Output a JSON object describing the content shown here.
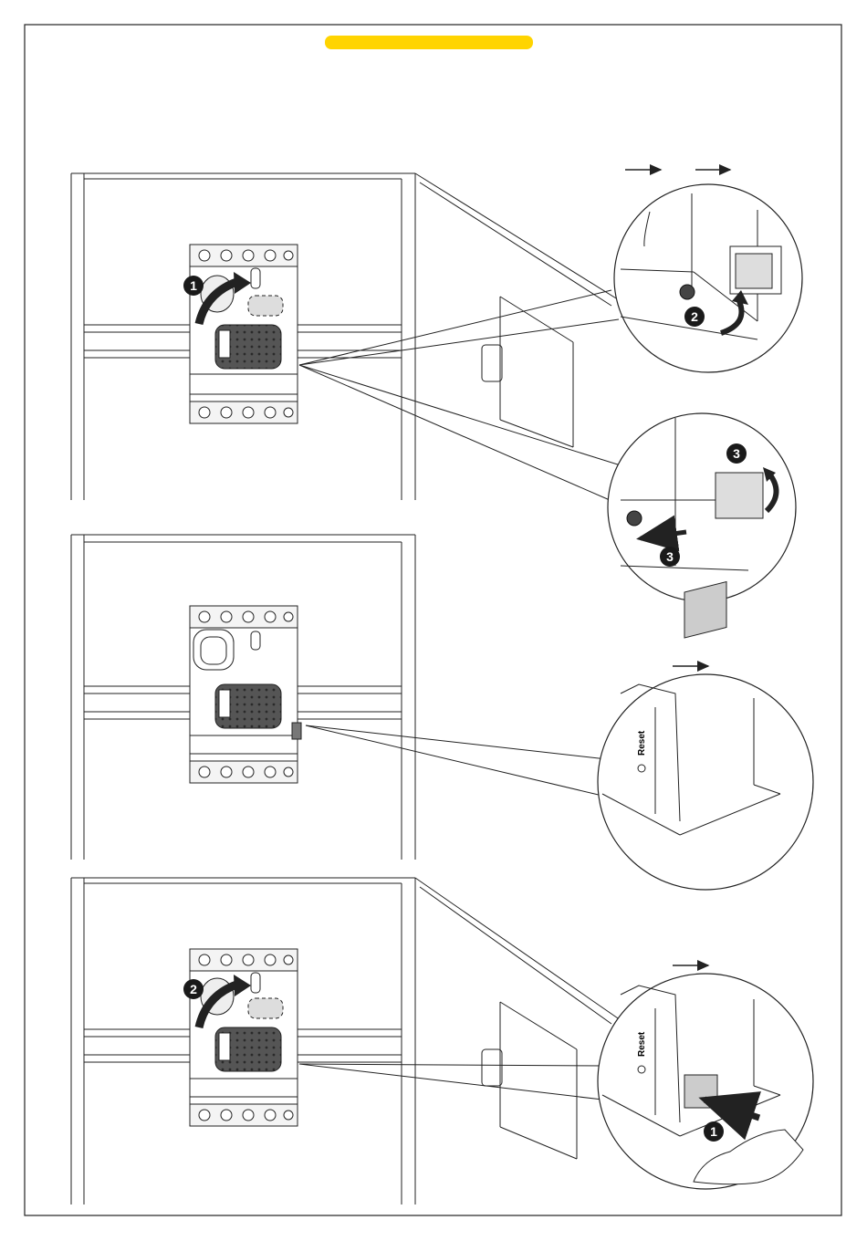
{
  "header": {
    "accent_color": "#FFD400"
  },
  "colors": {
    "ink": "#222222",
    "handle_fill": "#555555",
    "badge_fill": "#1a1a1a",
    "light_fill": "#d8d8d8"
  },
  "steps": {
    "panel1": {
      "badge_a": "1",
      "badge_b": "2",
      "badge_c": "3",
      "badge_d": "3"
    },
    "panel3": {
      "badge_a": "2",
      "badge_b": "1"
    }
  },
  "labels": {
    "reset_2": "Reset",
    "reset_3": "Reset"
  },
  "icons": {
    "arrow": "right-arrow-icon",
    "rotate": "curved-arrow-icon",
    "hand": "finger-push-icon"
  }
}
